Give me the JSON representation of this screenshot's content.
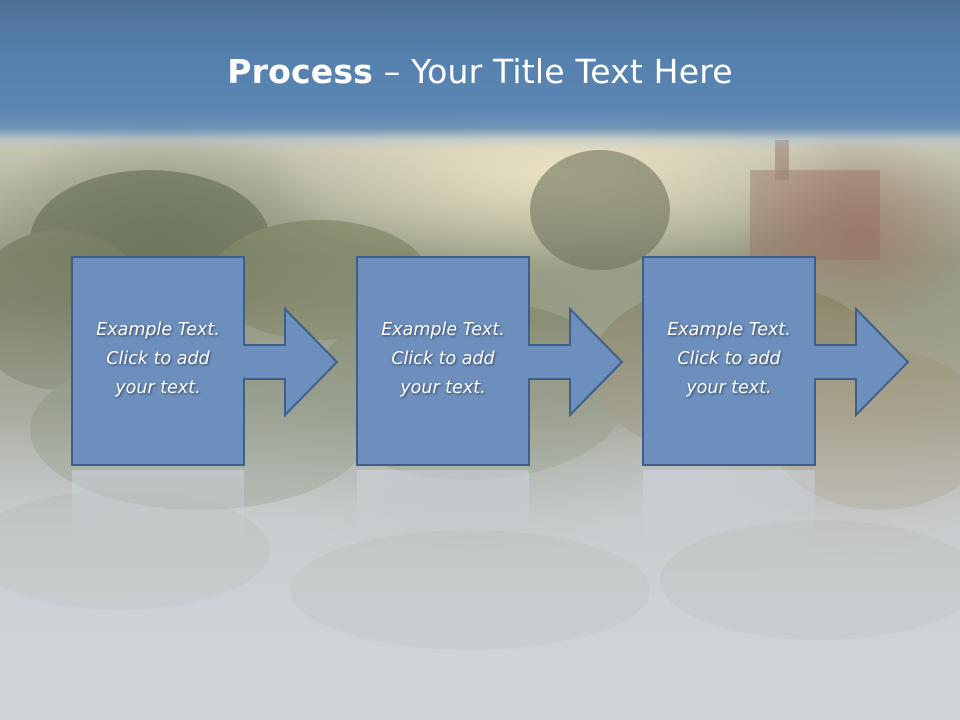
{
  "slide": {
    "title_bold": "Process",
    "title_rest": " – Your Title Text Here"
  },
  "steps": [
    {
      "line1": "Example Text.",
      "line2": "Click  to add",
      "line3": "your text."
    },
    {
      "line1": "Example Text.",
      "line2": "Click  to add",
      "line3": "your text."
    },
    {
      "line1": "Example Text.",
      "line2": "Click  to add",
      "line3": "your text."
    }
  ],
  "colors": {
    "title_band": "#5681ae",
    "step_fill": "#6d8fbd",
    "step_border": "#3f5f8a",
    "text": "#ffffff"
  }
}
